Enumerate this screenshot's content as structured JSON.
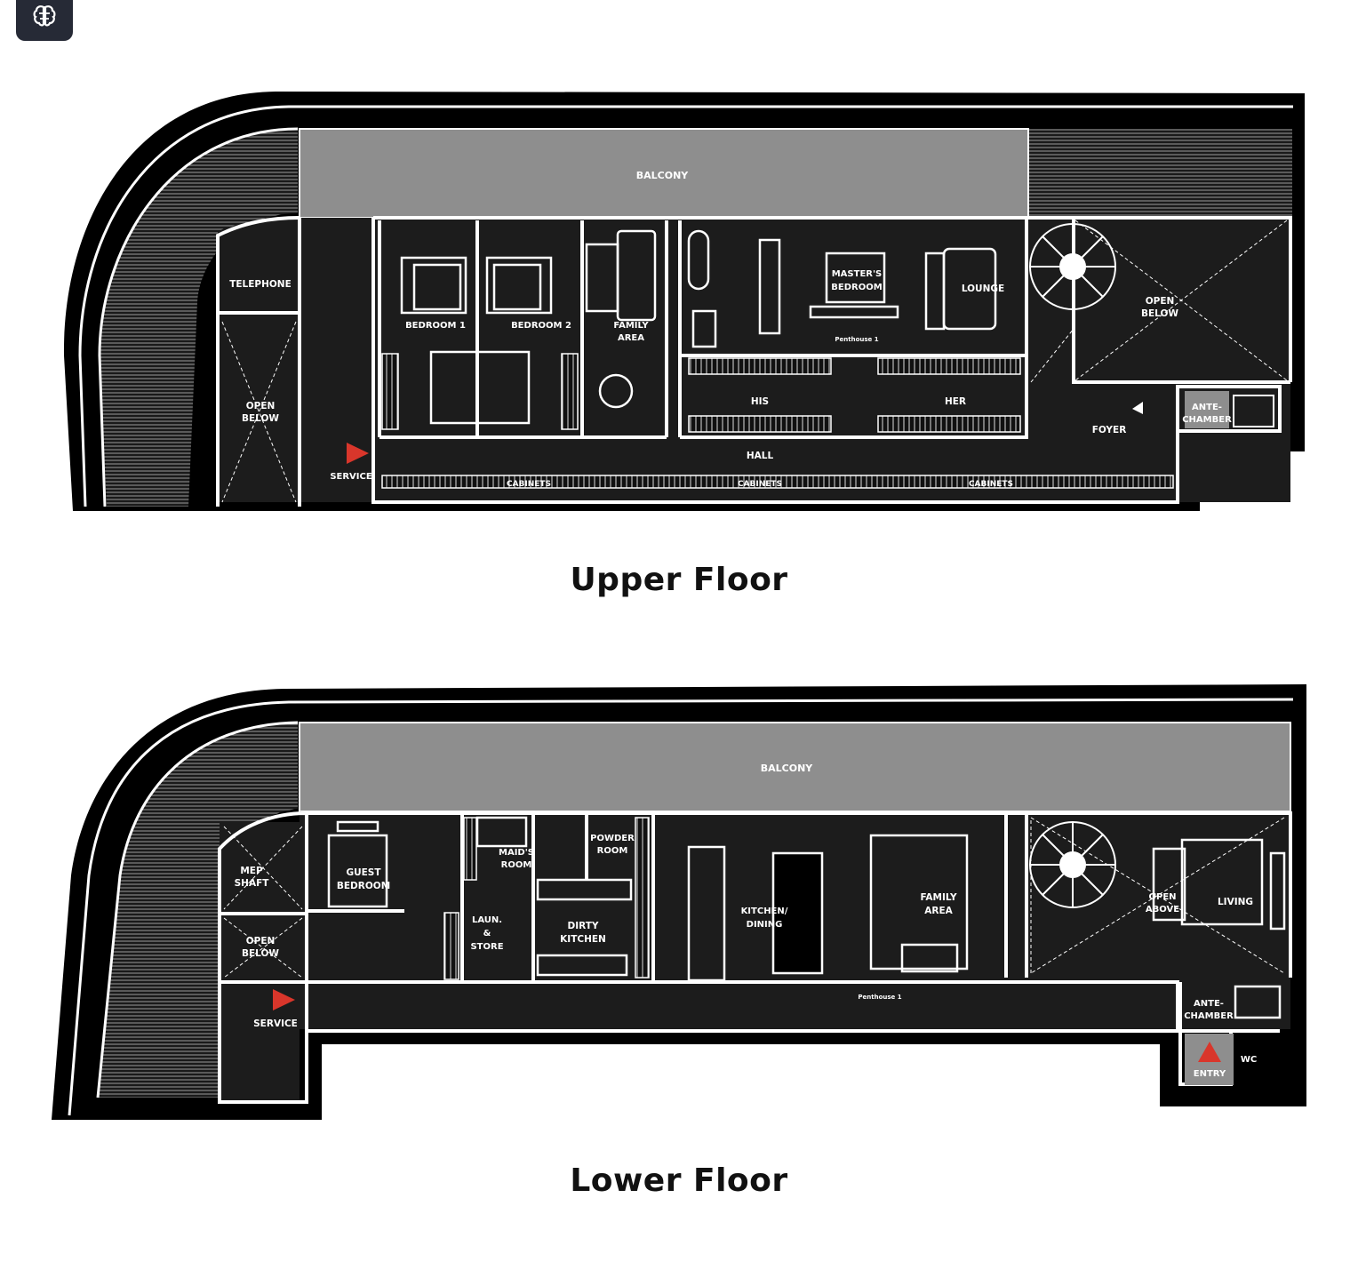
{
  "app_button": {
    "icon": "brain-icon"
  },
  "colors": {
    "plan_bg": "#000000",
    "interior": "#1c1c1c",
    "wall": "#ffffff",
    "balcony": "#8e8e8e",
    "marker": "#d9362b",
    "title": "#111111"
  },
  "upper": {
    "title": "Upper Floor",
    "labels": {
      "balcony": "BALCONY",
      "telephone": "TELEPHONE",
      "open_below_1": "OPEN",
      "open_below_1b": "BELOW",
      "bedroom1": "BEDROOM 1",
      "bedroom2": "BEDROOM 2",
      "family_area_1": "FAMILY",
      "family_area_2": "AREA",
      "master_1": "MASTER'S",
      "master_2": "BEDROOM",
      "penthouse": "Penthouse 1",
      "lounge": "LOUNGE",
      "open_below_2": "OPEN",
      "open_below_2b": "BELOW",
      "his": "HIS",
      "her": "HER",
      "ante_1": "ANTE-",
      "ante_2": "CHAMBER",
      "foyer": "FOYER",
      "hall": "HALL",
      "service": "SERVICE",
      "cabinets_1": "CABINETS",
      "cabinets_2": "CABINETS",
      "cabinets_3": "CABINETS"
    }
  },
  "lower": {
    "title": "Lower Floor",
    "labels": {
      "balcony": "BALCONY",
      "mep_1": "MEP",
      "mep_2": "SHAFT",
      "open_below_1": "OPEN",
      "open_below_1b": "BELOW",
      "guest_1": "GUEST",
      "guest_2": "BEDROOM",
      "maids_1": "MAID'S",
      "maids_2": "ROOM",
      "powder_1": "POWDER",
      "powder_2": "ROOM",
      "laun_1": "LAUN.",
      "laun_2": "&",
      "laun_3": "STORE",
      "dirty_1": "DIRTY",
      "dirty_2": "KITCHEN",
      "kitchen_1": "KITCHEN/",
      "kitchen_2": "DINING",
      "family_1": "FAMILY",
      "family_2": "AREA",
      "open_above_1": "OPEN",
      "open_above_2": "ABOVE",
      "living": "LIVING",
      "penthouse": "Penthouse 1",
      "service": "SERVICE",
      "ante_1": "ANTE-",
      "ante_2": "CHAMBER",
      "entry": "ENTRY",
      "wc": "WC"
    }
  }
}
